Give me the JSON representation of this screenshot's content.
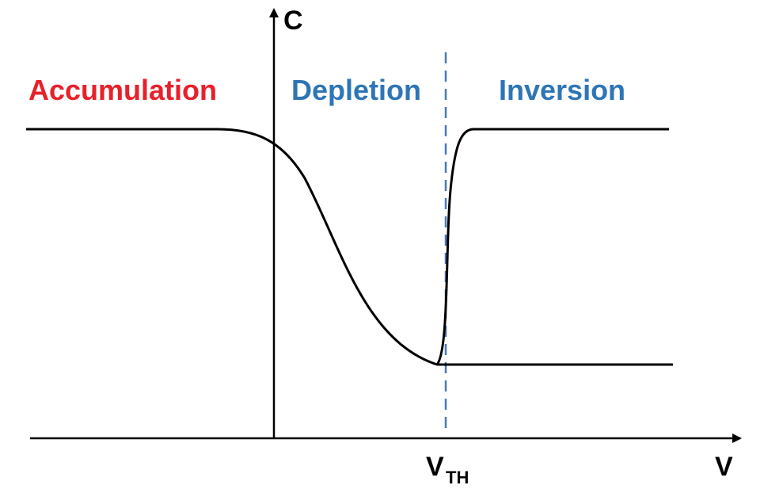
{
  "regions": {
    "accumulation": "Accumulation",
    "depletion": "Depletion",
    "inversion": "Inversion"
  },
  "axes": {
    "y_label": "C",
    "x_label": "V"
  },
  "threshold": {
    "main": "V",
    "sub": "TH"
  },
  "colors": {
    "accumulation": "#e8202a",
    "depletion": "#2e75b6",
    "inversion": "#2e75b6",
    "threshold_line": "#4a7ab5",
    "curve": "#000000",
    "axis": "#000000"
  }
}
